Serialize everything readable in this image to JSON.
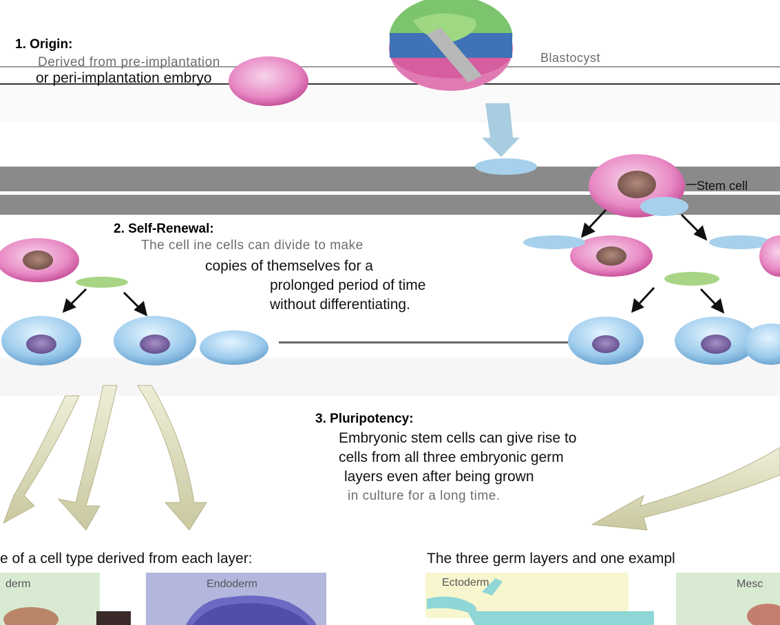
{
  "sections": {
    "origin": {
      "heading": "1. Origin:",
      "line1": "Derived from pre-implantation",
      "line2": "or peri-implantation embryo"
    },
    "self_renewal": {
      "heading": "2. Self-Renewal:",
      "line1": "The cell ine cells can divide to make",
      "line2": "copies of themselves for a",
      "line3": "prolonged period of time",
      "line4": "without differentiating."
    },
    "pluripotency": {
      "heading": "3. Pluripotency:",
      "line1": "Embryonic stem cells can give rise to",
      "line2": "cells from all three embryonic germ",
      "line3": "layers even after being grown",
      "line4": "in culture for a long time."
    }
  },
  "labels": {
    "blastocyst": "Blastocyst",
    "stem_cell": "Stem cell"
  },
  "captions": {
    "left": "e of a cell type derived from each layer:",
    "right": "The three germ layers and one exampl"
  },
  "germ_layers": {
    "left_partial": "derm",
    "endoderm": "Endoderm",
    "ectoderm": "Ectoderm",
    "mesoderm_partial": "Mesc"
  }
}
